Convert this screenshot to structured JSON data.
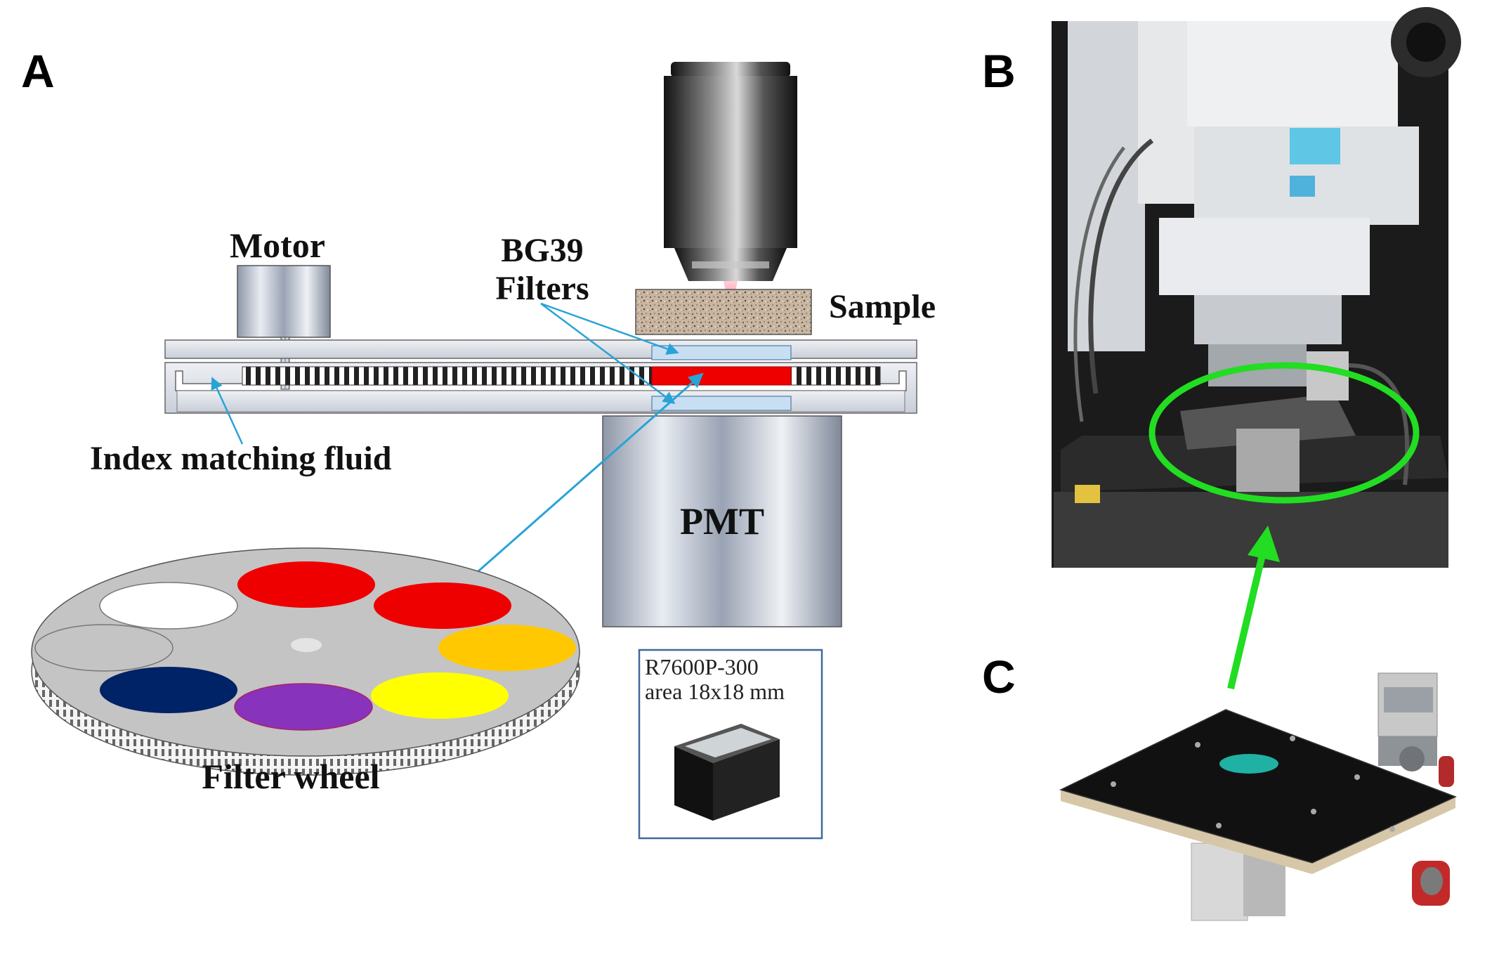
{
  "panels": {
    "a": "A",
    "b": "B",
    "c": "C"
  },
  "labels": {
    "motor": "Motor",
    "bg39_line1": "BG39",
    "bg39_line2": "Filters",
    "sample": "Sample",
    "index_fluid": "Index matching fluid",
    "pmt": "PMT",
    "filter_wheel": "Filter wheel",
    "pmt_model": "R7600P-300",
    "pmt_area": "area 18x18 mm"
  },
  "colors": {
    "arrow_blue": "#29a3d6",
    "green_marker": "#22dd22",
    "red_filter": "#ee0000",
    "orange_filter": "#ffc800",
    "yellow_filter": "#ffff00",
    "purple_filter": "#8833bb",
    "navy_filter": "#002266",
    "white_filter": "#ffffff",
    "glass_blue": "#c8def2",
    "sample_tan": "#c7b19c",
    "laser_pink": "#ff8fa0"
  },
  "filter_wheel_slots": [
    "white",
    "red",
    "red",
    "orange",
    "yellow",
    "purple",
    "navy",
    "empty"
  ]
}
